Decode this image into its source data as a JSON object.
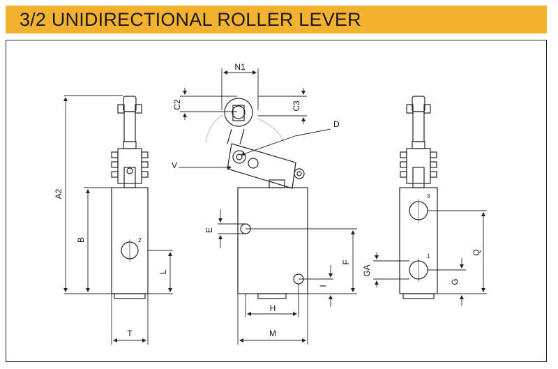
{
  "title": "3/2 UNIDIRECTIONAL ROLLER LEVER",
  "colors": {
    "header": "#f4b22e",
    "line": "#222222",
    "background": "#ffffff"
  },
  "dimensions": [
    "N1",
    "C2",
    "C3",
    "D",
    "V",
    "A2",
    "B",
    "L",
    "T",
    "E",
    "F",
    "I",
    "H",
    "M",
    "GA",
    "G",
    "Q"
  ],
  "port_numbers": [
    "2",
    "3",
    "1"
  ]
}
